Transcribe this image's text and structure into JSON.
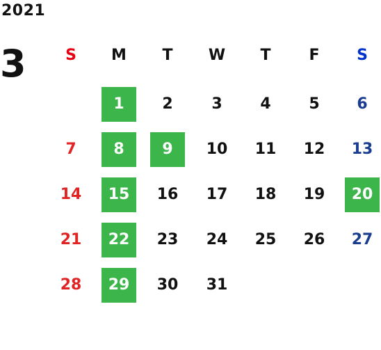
{
  "calendar": {
    "year": "2021",
    "month": "3",
    "weekdays": [
      {
        "label": "S",
        "color": "#e60012"
      },
      {
        "label": "M",
        "color": "#111111"
      },
      {
        "label": "T",
        "color": "#111111"
      },
      {
        "label": "W",
        "color": "#111111"
      },
      {
        "label": "T",
        "color": "#111111"
      },
      {
        "label": "F",
        "color": "#111111"
      },
      {
        "label": "S",
        "color": "#0033cc"
      }
    ],
    "colors": {
      "sunday": "#e02424",
      "saturday": "#1a3d8f",
      "weekday": "#111111",
      "highlight_bg": "#3cb54a",
      "highlight_text": "#ffffff"
    },
    "weeks": [
      [
        {
          "day": "",
          "highlight": false
        },
        {
          "day": "1",
          "highlight": true
        },
        {
          "day": "2",
          "highlight": false
        },
        {
          "day": "3",
          "highlight": false
        },
        {
          "day": "4",
          "highlight": false
        },
        {
          "day": "5",
          "highlight": false
        },
        {
          "day": "6",
          "highlight": false
        }
      ],
      [
        {
          "day": "7",
          "highlight": false
        },
        {
          "day": "8",
          "highlight": true
        },
        {
          "day": "9",
          "highlight": true
        },
        {
          "day": "10",
          "highlight": false
        },
        {
          "day": "11",
          "highlight": false
        },
        {
          "day": "12",
          "highlight": false
        },
        {
          "day": "13",
          "highlight": false
        }
      ],
      [
        {
          "day": "14",
          "highlight": false
        },
        {
          "day": "15",
          "highlight": true
        },
        {
          "day": "16",
          "highlight": false
        },
        {
          "day": "17",
          "highlight": false
        },
        {
          "day": "18",
          "highlight": false
        },
        {
          "day": "19",
          "highlight": false
        },
        {
          "day": "20",
          "highlight": true
        }
      ],
      [
        {
          "day": "21",
          "highlight": false
        },
        {
          "day": "22",
          "highlight": true
        },
        {
          "day": "23",
          "highlight": false
        },
        {
          "day": "24",
          "highlight": false
        },
        {
          "day": "25",
          "highlight": false
        },
        {
          "day": "26",
          "highlight": false
        },
        {
          "day": "27",
          "highlight": false
        }
      ],
      [
        {
          "day": "28",
          "highlight": false
        },
        {
          "day": "29",
          "highlight": true
        },
        {
          "day": "30",
          "highlight": false
        },
        {
          "day": "31",
          "highlight": false
        },
        {
          "day": "",
          "highlight": false
        },
        {
          "day": "",
          "highlight": false
        },
        {
          "day": "",
          "highlight": false
        }
      ]
    ]
  }
}
